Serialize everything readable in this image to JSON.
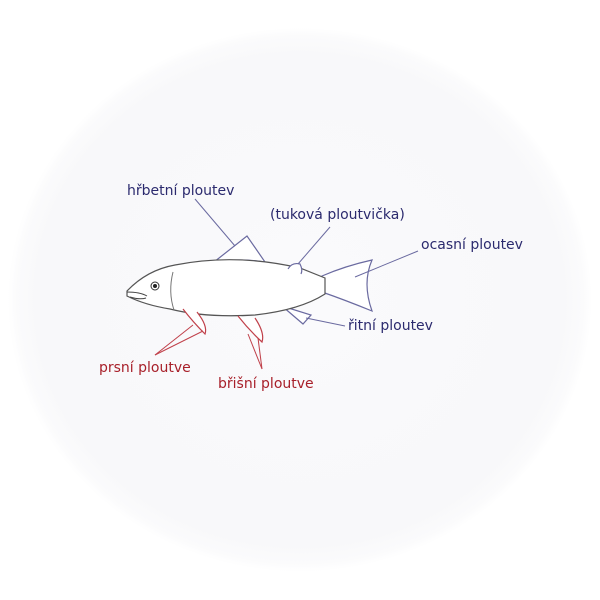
{
  "labels": {
    "dorsal_fin": "hřbetní ploutev",
    "adipose_fin": "(tuková ploutvička)",
    "caudal_fin": "ocasní ploutev",
    "anal_fin": "řitní ploutev",
    "pectoral_fins": "prsní ploutve",
    "pelvic_fins": "břišní ploutve"
  },
  "colors": {
    "label_blue": "#2b2a6e",
    "label_red": "#a8202a",
    "fin_blue": "#6a6aa0",
    "fin_red": "#c0404a",
    "body_outline": "#555555"
  }
}
